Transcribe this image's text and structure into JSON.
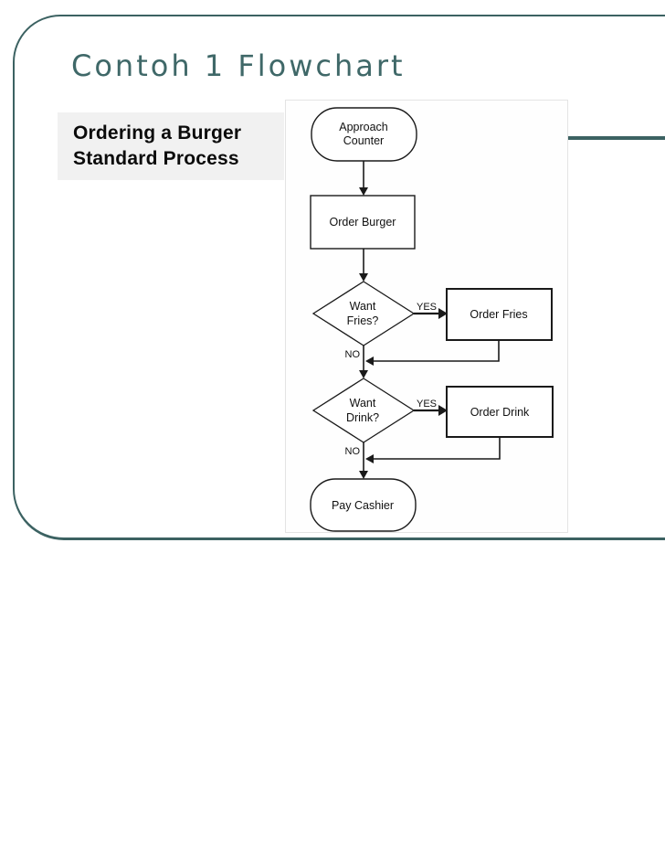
{
  "slide": {
    "title": "Contoh 1 Flowchart"
  },
  "colors": {
    "accent_teal": "#3c6262",
    "title_teal": "#3f6868",
    "caption_bg": "#f1f1f1",
    "flowchart_stroke": "#1a1a1a"
  },
  "caption": {
    "line1": "Ordering a Burger",
    "line2": "Standard Process"
  },
  "flowchart": {
    "start": {
      "line1": "Approach",
      "line2": "Counter"
    },
    "process1": {
      "label": "Order Burger"
    },
    "decision1": {
      "line1": "Want",
      "line2": "Fries?",
      "yes_label": "YES",
      "no_label": "NO"
    },
    "process_yes1": {
      "label": "Order Fries"
    },
    "decision2": {
      "line1": "Want",
      "line2": "Drink?",
      "yes_label": "YES",
      "no_label": "NO"
    },
    "process_yes2": {
      "label": "Order Drink"
    },
    "end": {
      "label": "Pay Cashier"
    }
  }
}
